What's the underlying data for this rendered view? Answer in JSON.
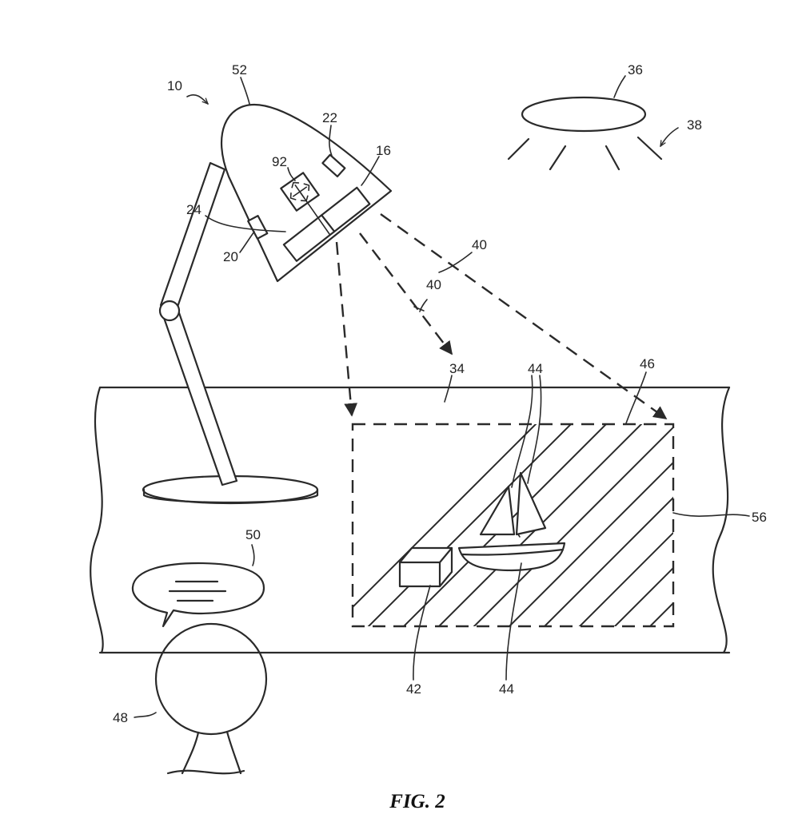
{
  "figure": {
    "caption": "FIG. 2",
    "labels": {
      "device": "10",
      "housing": "52",
      "sensor_22": "22",
      "projector_16": "16",
      "component_92": "92",
      "component_24": "24",
      "sensor_20": "20",
      "light_source": "36",
      "ambient_light": "38",
      "projection_beam_a": "40",
      "projection_beam_b": "40",
      "surface": "34",
      "objects_top": "44",
      "projection_area": "46",
      "region_boundary": "56",
      "speech_bubble": "50",
      "user": "48",
      "object_box": "42",
      "object_boat": "44"
    }
  }
}
